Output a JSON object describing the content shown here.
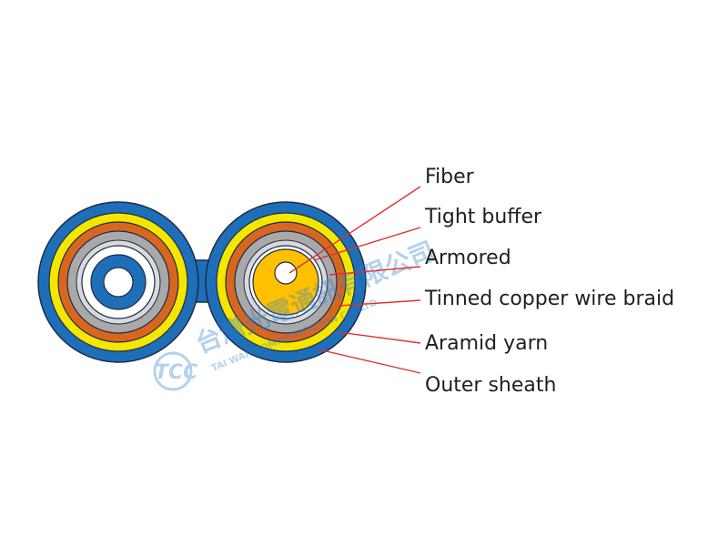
{
  "diagram": {
    "labels": [
      {
        "id": "fiber",
        "text": "Fiber"
      },
      {
        "id": "tight-buffer",
        "text": "Tight buffer"
      },
      {
        "id": "armored",
        "text": "Armored"
      },
      {
        "id": "tinned-braid",
        "text": "Tinned copper wire braid"
      },
      {
        "id": "aramid-yarn",
        "text": "Aramid yarn"
      },
      {
        "id": "outer-sheath",
        "text": "Outer sheath"
      }
    ],
    "colors": {
      "outer_sheath": "#1f6fb8",
      "aramid_yarn": "#f5e600",
      "braid": "#d9661f",
      "armored": "#a9a9a9",
      "tight_buffer": "#ffffff",
      "fiber_core": "#ffc000",
      "left_core": "#1f6fb8",
      "outline": "#1a2b4a",
      "leader_line": "#e03030"
    }
  },
  "watermark": {
    "logo_text": "TCC",
    "company_cn": "台灣光電通訊有限公司",
    "company_en": "TAI WAN COMMUNICATION CO.,LTD."
  }
}
